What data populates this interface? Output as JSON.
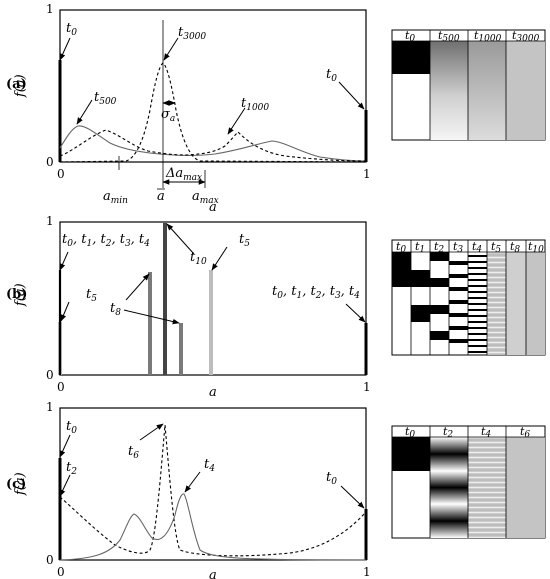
{
  "panels": [
    {
      "id": "(a)",
      "ylabel": "f(a)",
      "xlabel": "a",
      "y_ticks": [
        "1",
        "0"
      ],
      "x_ticks": [
        "0",
        "1"
      ],
      "annotations": {
        "t0_left": "t0",
        "t0_right": "t0",
        "t500": "t500",
        "t1000": "t1000",
        "t3000": "t3000",
        "sigma": "σa",
        "delta": "Δamax",
        "amin": "amin",
        "abar": "a",
        "amax": "amax"
      },
      "table_headers": [
        "t0",
        "t500",
        "t1000",
        "t3000"
      ]
    },
    {
      "id": "(b)",
      "ylabel": "f(a)",
      "xlabel": "a",
      "y_ticks": [
        "1",
        "0"
      ],
      "x_ticks": [
        "0",
        "1"
      ],
      "annotations": {
        "left_group": "t0, t1, t2, t3, t4",
        "right_group": "t0, t1, t2, t3, t4",
        "t5_left": "t5",
        "t5_right": "t5",
        "t8": "t8",
        "t10": "t10"
      },
      "table_headers": [
        "t0",
        "t1",
        "t2",
        "t3",
        "t4",
        "t5",
        "t8",
        "t10"
      ]
    },
    {
      "id": "(c)",
      "ylabel": "f(a)",
      "xlabel": "a",
      "y_ticks": [
        "1",
        "0"
      ],
      "x_ticks": [
        "0",
        "1"
      ],
      "annotations": {
        "t0_left": "t0",
        "t0_right": "t0",
        "t2": "t2",
        "t4": "t4",
        "t6": "t6"
      },
      "table_headers": [
        "t0",
        "t2",
        "t4",
        "t6"
      ]
    }
  ]
}
